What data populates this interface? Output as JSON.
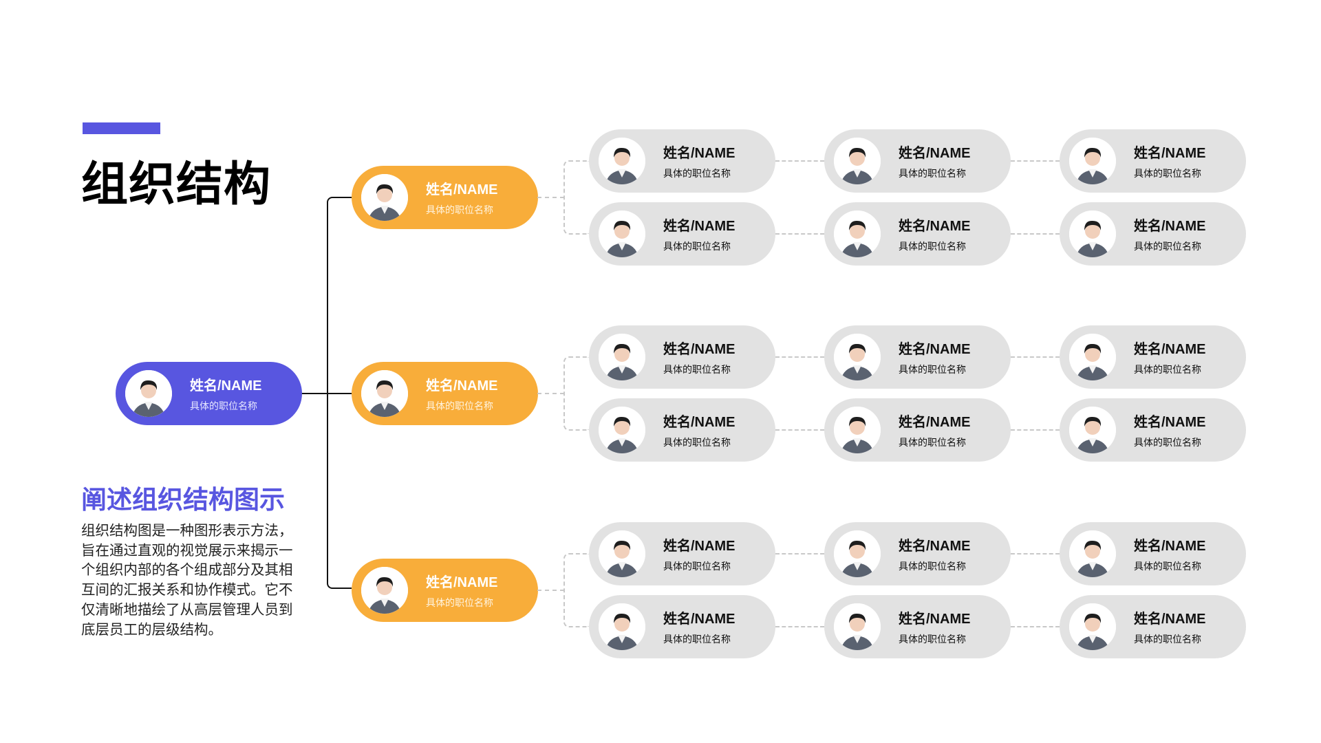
{
  "header": {
    "title": "组织结构"
  },
  "description": {
    "heading": "阐述组织结构图示",
    "body": "组织结构图是一种图形表示方法，旨在通过直观的视觉展示来揭示一个组织内部的各个组成部分及其相互间的汇报关系和协作模式。它不仅清晰地描绘了从高层管理人员到底层员工的层级结构。"
  },
  "colors": {
    "root": "#5856E0",
    "dept": "#F8AD3A",
    "member": "#E2E2E2"
  },
  "org": {
    "root": {
      "name": "姓名/NAME",
      "title": "具体的职位名称"
    },
    "departments": [
      {
        "head": {
          "name": "姓名/NAME",
          "title": "具体的职位名称"
        },
        "members": [
          [
            {
              "name": "姓名/NAME",
              "title": "具体的职位名称"
            },
            {
              "name": "姓名/NAME",
              "title": "具体的职位名称"
            },
            {
              "name": "姓名/NAME",
              "title": "具体的职位名称"
            }
          ],
          [
            {
              "name": "姓名/NAME",
              "title": "具体的职位名称"
            },
            {
              "name": "姓名/NAME",
              "title": "具体的职位名称"
            },
            {
              "name": "姓名/NAME",
              "title": "具体的职位名称"
            }
          ]
        ]
      },
      {
        "head": {
          "name": "姓名/NAME",
          "title": "具体的职位名称"
        },
        "members": [
          [
            {
              "name": "姓名/NAME",
              "title": "具体的职位名称"
            },
            {
              "name": "姓名/NAME",
              "title": "具体的职位名称"
            },
            {
              "name": "姓名/NAME",
              "title": "具体的职位名称"
            }
          ],
          [
            {
              "name": "姓名/NAME",
              "title": "具体的职位名称"
            },
            {
              "name": "姓名/NAME",
              "title": "具体的职位名称"
            },
            {
              "name": "姓名/NAME",
              "title": "具体的职位名称"
            }
          ]
        ]
      },
      {
        "head": {
          "name": "姓名/NAME",
          "title": "具体的职位名称"
        },
        "members": [
          [
            {
              "name": "姓名/NAME",
              "title": "具体的职位名称"
            },
            {
              "name": "姓名/NAME",
              "title": "具体的职位名称"
            },
            {
              "name": "姓名/NAME",
              "title": "具体的职位名称"
            }
          ],
          [
            {
              "name": "姓名/NAME",
              "title": "具体的职位名称"
            },
            {
              "name": "姓名/NAME",
              "title": "具体的职位名称"
            },
            {
              "name": "姓名/NAME",
              "title": "具体的职位名称"
            }
          ]
        ]
      }
    ]
  }
}
